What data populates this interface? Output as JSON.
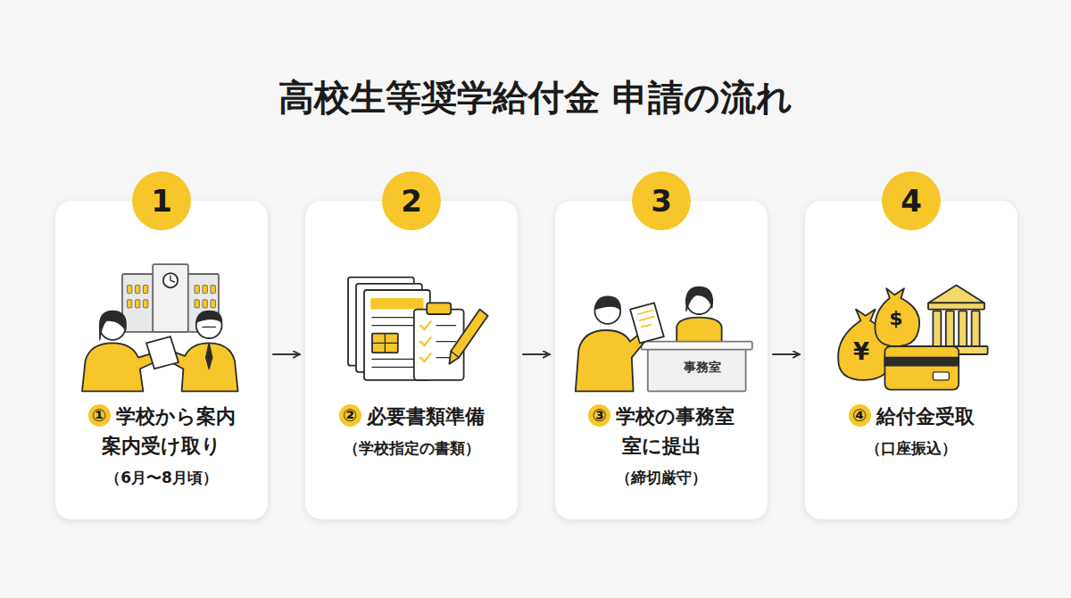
{
  "diagram": {
    "title": "高校生等奨学給付金 申請の流れ",
    "nodes": [
      {
        "text": [
          "1",
          "①",
          "学校から案内 案内受け取り",
          "（6月〜8月頃）"
        ]
      },
      {
        "text": [
          "2",
          "②",
          "必要書類準備",
          "（学校指定の書類）"
        ]
      },
      {
        "text": [
          "3",
          "③",
          "学校の事務室 室に提出",
          "（締切厳守）"
        ]
      },
      {
        "text": [
          "4",
          "④",
          "給付金受取",
          "（口座振込）"
        ]
      }
    ],
    "edges": [
      {
        "from": 0,
        "to": 1,
        "arrow": "to"
      },
      {
        "from": 1,
        "to": 2,
        "arrow": "to"
      },
      {
        "from": 2,
        "to": 3,
        "arrow": "to"
      }
    ],
    "labels": [
      "事務室",
      "¥",
      "$"
    ]
  }
}
